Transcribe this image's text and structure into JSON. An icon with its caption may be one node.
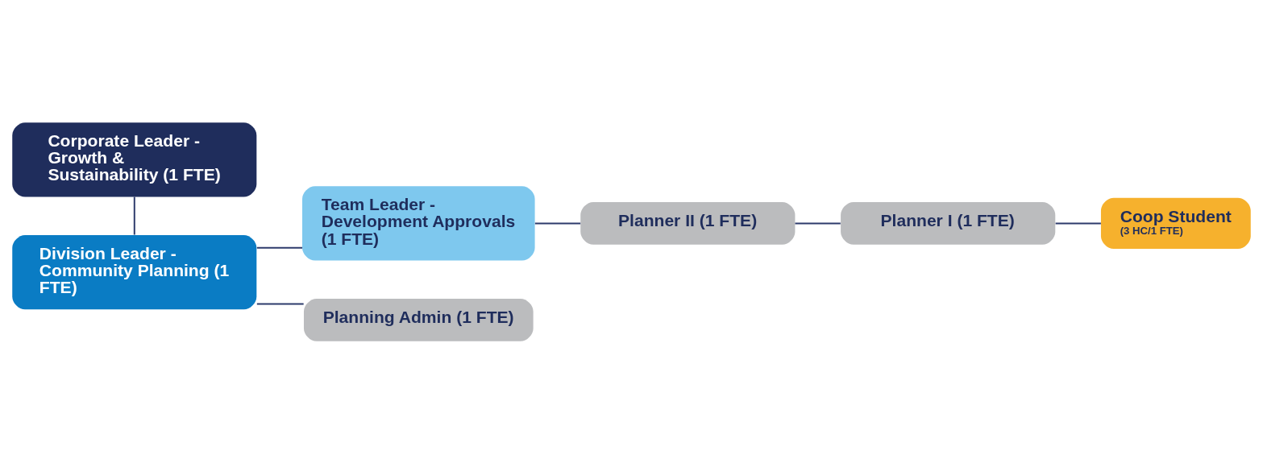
{
  "diagram": {
    "nodes": [
      {
        "text": [
          "Corporate Leader - Growth & Sustainability (1 FTE)"
        ]
      },
      {
        "text": [
          "Division Leader - Community Planning (1 FTE)"
        ]
      },
      {
        "text": [
          "Team Leader - Development Approvals (1 FTE)"
        ]
      },
      {
        "text": [
          "Planner II (1 FTE)"
        ]
      },
      {
        "text": [
          "Planner I (1 FTE)"
        ]
      },
      {
        "text": [
          "Coop Student",
          "(3 HC/1 FTE)"
        ]
      },
      {
        "text": [
          "Planning Admin (1 FTE)"
        ]
      }
    ],
    "edges": [
      {
        "from": 0,
        "to": 1,
        "arrow": "none"
      },
      {
        "from": 1,
        "to": 2,
        "arrow": "none"
      },
      {
        "from": 1,
        "to": 6,
        "arrow": "none"
      },
      {
        "from": 2,
        "to": 3,
        "arrow": "none"
      },
      {
        "from": 3,
        "to": 4,
        "arrow": "none"
      },
      {
        "from": 4,
        "to": 5,
        "arrow": "none"
      }
    ]
  }
}
